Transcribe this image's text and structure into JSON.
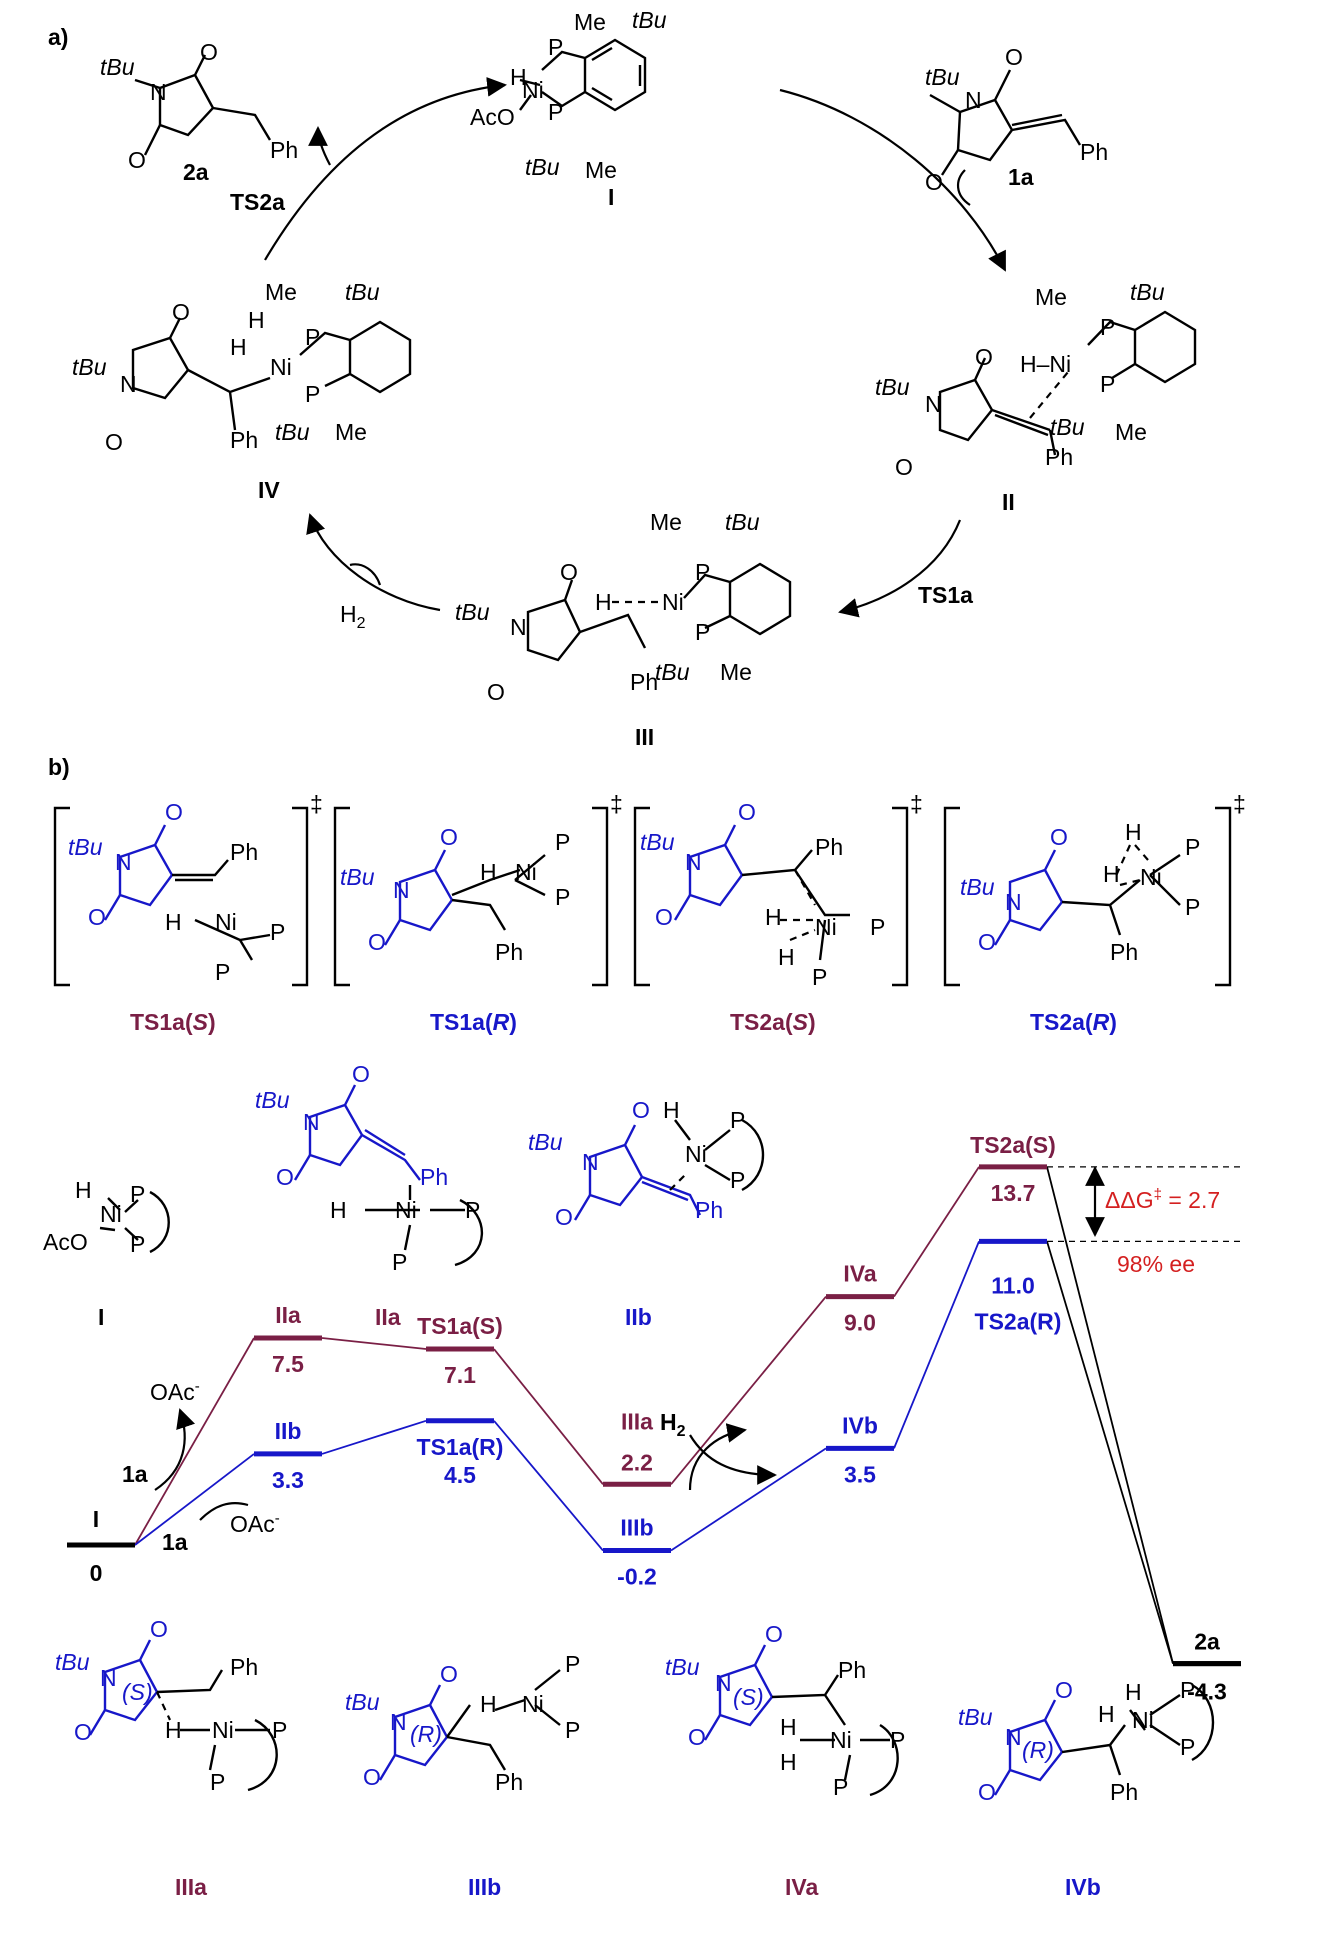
{
  "panel_a": {
    "label": "a)",
    "catalyst_I": {
      "id": "I",
      "top_left": "Me",
      "top_right": "tBu",
      "H": "H",
      "Ni": "Ni",
      "AcO": "AcO",
      "P": "P",
      "bottom_left": "tBu",
      "bottom_right": "Me"
    },
    "substrate_1a": {
      "id": "1a",
      "tBu": "tBu",
      "N": "N",
      "O": "O",
      "Ph": "Ph"
    },
    "product_2a": {
      "id": "2a",
      "tBu": "tBu",
      "N": "N",
      "O": "O",
      "Ph": "Ph"
    },
    "intermediate_II": {
      "id": "II",
      "Me": "Me",
      "tBu": "tBu",
      "H_Ni": "H–Ni",
      "P": "P",
      "N": "N",
      "O": "O",
      "Ph": "Ph"
    },
    "intermediate_III": {
      "id": "III",
      "Me": "Me",
      "tBu": "tBu",
      "H": "H",
      "Ni": "Ni",
      "P": "P",
      "N": "N",
      "O": "O",
      "Ph": "Ph"
    },
    "intermediate_IV": {
      "id": "IV",
      "Me": "Me",
      "tBu": "tBu",
      "H": "H",
      "Ni": "Ni",
      "P": "P",
      "N": "N",
      "O": "O",
      "Ph": "Ph"
    },
    "arrow_labels": {
      "ts2a": "TS2a",
      "ts1a": "TS1a",
      "h2": "H",
      "h2_sub": "2"
    }
  },
  "panel_b": {
    "label": "b)",
    "dagger": "‡",
    "transition_states": [
      {
        "name": "TS1a",
        "config": "S",
        "color": "#7a1f45"
      },
      {
        "name": "TS1a",
        "config": "R",
        "color": "#1717c9"
      },
      {
        "name": "TS2a",
        "config": "S",
        "color": "#7a1f45"
      },
      {
        "name": "TS2a",
        "config": "R",
        "color": "#1717c9"
      }
    ],
    "structures_row2": [
      {
        "id": "I",
        "color": "#000000"
      },
      {
        "id": "IIa",
        "color": "#7a1f45"
      },
      {
        "id": "IIb",
        "color": "#1717c9"
      }
    ],
    "structures_bottom": [
      {
        "id": "IIIa",
        "config": "S",
        "color": "#7a1f45"
      },
      {
        "id": "IIIb",
        "config": "R",
        "color": "#1717c9"
      },
      {
        "id": "IVa",
        "config": "S",
        "color": "#7a1f45"
      },
      {
        "id": "IVb",
        "config": "R",
        "color": "#1717c9"
      }
    ],
    "atoms": {
      "tBu": "tBu",
      "N": "N",
      "O": "O",
      "Ph": "Ph",
      "H": "H",
      "Ni": "Ni",
      "P": "P",
      "AcO": "AcO"
    }
  },
  "chart_data": {
    "type": "energy_profile",
    "unit_hidden": true,
    "series": [
      {
        "name": "S",
        "color": "#7a1f45",
        "points": [
          {
            "label": "I",
            "value": 0
          },
          {
            "label": "IIa",
            "value": 7.5
          },
          {
            "label": "TS1a(S)",
            "value": 7.1
          },
          {
            "label": "IIIa",
            "value": 2.2
          },
          {
            "label": "IVa",
            "value": 9.0
          },
          {
            "label": "TS2a(S)",
            "value": 13.7
          },
          {
            "label": "2a",
            "value": -4.3
          }
        ]
      },
      {
        "name": "R",
        "color": "#1717c9",
        "points": [
          {
            "label": "I",
            "value": 0
          },
          {
            "label": "IIb",
            "value": 3.3
          },
          {
            "label": "TS1a(R)",
            "value": 4.5
          },
          {
            "label": "IIIb",
            "value": -0.2
          },
          {
            "label": "IVb",
            "value": 3.5
          },
          {
            "label": "TS2a(R)",
            "value": 11.0
          },
          {
            "label": "2a",
            "value": -4.3
          }
        ]
      }
    ],
    "value_labels": {
      "I": "0",
      "IIa": "7.5",
      "TS1a_S": "7.1",
      "IIIa": "2.2",
      "IVa": "9.0",
      "TS2a_S": "13.7",
      "IIb": "3.3",
      "TS1a_R": "4.5",
      "IIIb": "-0.2",
      "IVb": "3.5",
      "TS2a_R": "11.0",
      "2a": "-4.3"
    },
    "annotations": {
      "ddg_prefix": "ΔΔG",
      "ddg_sup": "‡",
      "ddg_suffix": " = 2.7",
      "ee": "98% ee",
      "oac": "OAc",
      "oac_sup": "-",
      "reagent_1a": "1a",
      "h2": "H",
      "h2_sub": "2"
    }
  }
}
